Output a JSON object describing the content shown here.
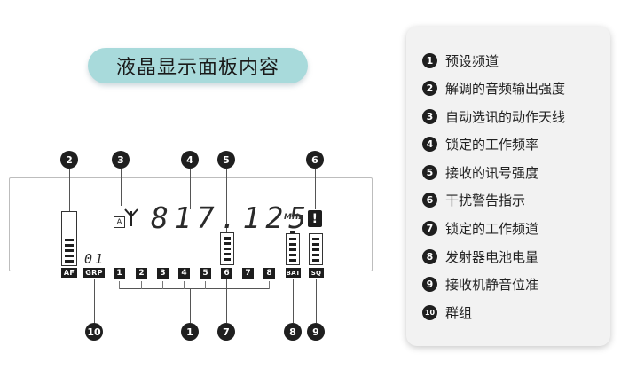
{
  "title": "液晶显示面板内容",
  "display": {
    "frequency": "817.125",
    "frequency_unit": "MHz",
    "antenna_box": "A",
    "group_value": "01",
    "labels": {
      "af": "AF",
      "grp": "GRP",
      "bat": "BAT",
      "sq": "SQ"
    },
    "channels": [
      "1",
      "2",
      "3",
      "4",
      "5",
      "6",
      "7",
      "8"
    ],
    "warning_symbol": "!"
  },
  "callouts": [
    "2",
    "3",
    "4",
    "5",
    "6",
    "10",
    "1",
    "7",
    "8",
    "9"
  ],
  "legend": [
    {
      "num": "1",
      "text": "预设频道"
    },
    {
      "num": "2",
      "text": "解调的音频输出强度"
    },
    {
      "num": "3",
      "text": "自动选讯的动作天线"
    },
    {
      "num": "4",
      "text": "锁定的工作频率"
    },
    {
      "num": "5",
      "text": "接收的讯号强度"
    },
    {
      "num": "6",
      "text": "干扰警告指示"
    },
    {
      "num": "7",
      "text": "锁定的工作频道"
    },
    {
      "num": "8",
      "text": "发射器电池电量"
    },
    {
      "num": "9",
      "text": "接收机静音位准"
    },
    {
      "num": "10",
      "text": "群组"
    }
  ]
}
